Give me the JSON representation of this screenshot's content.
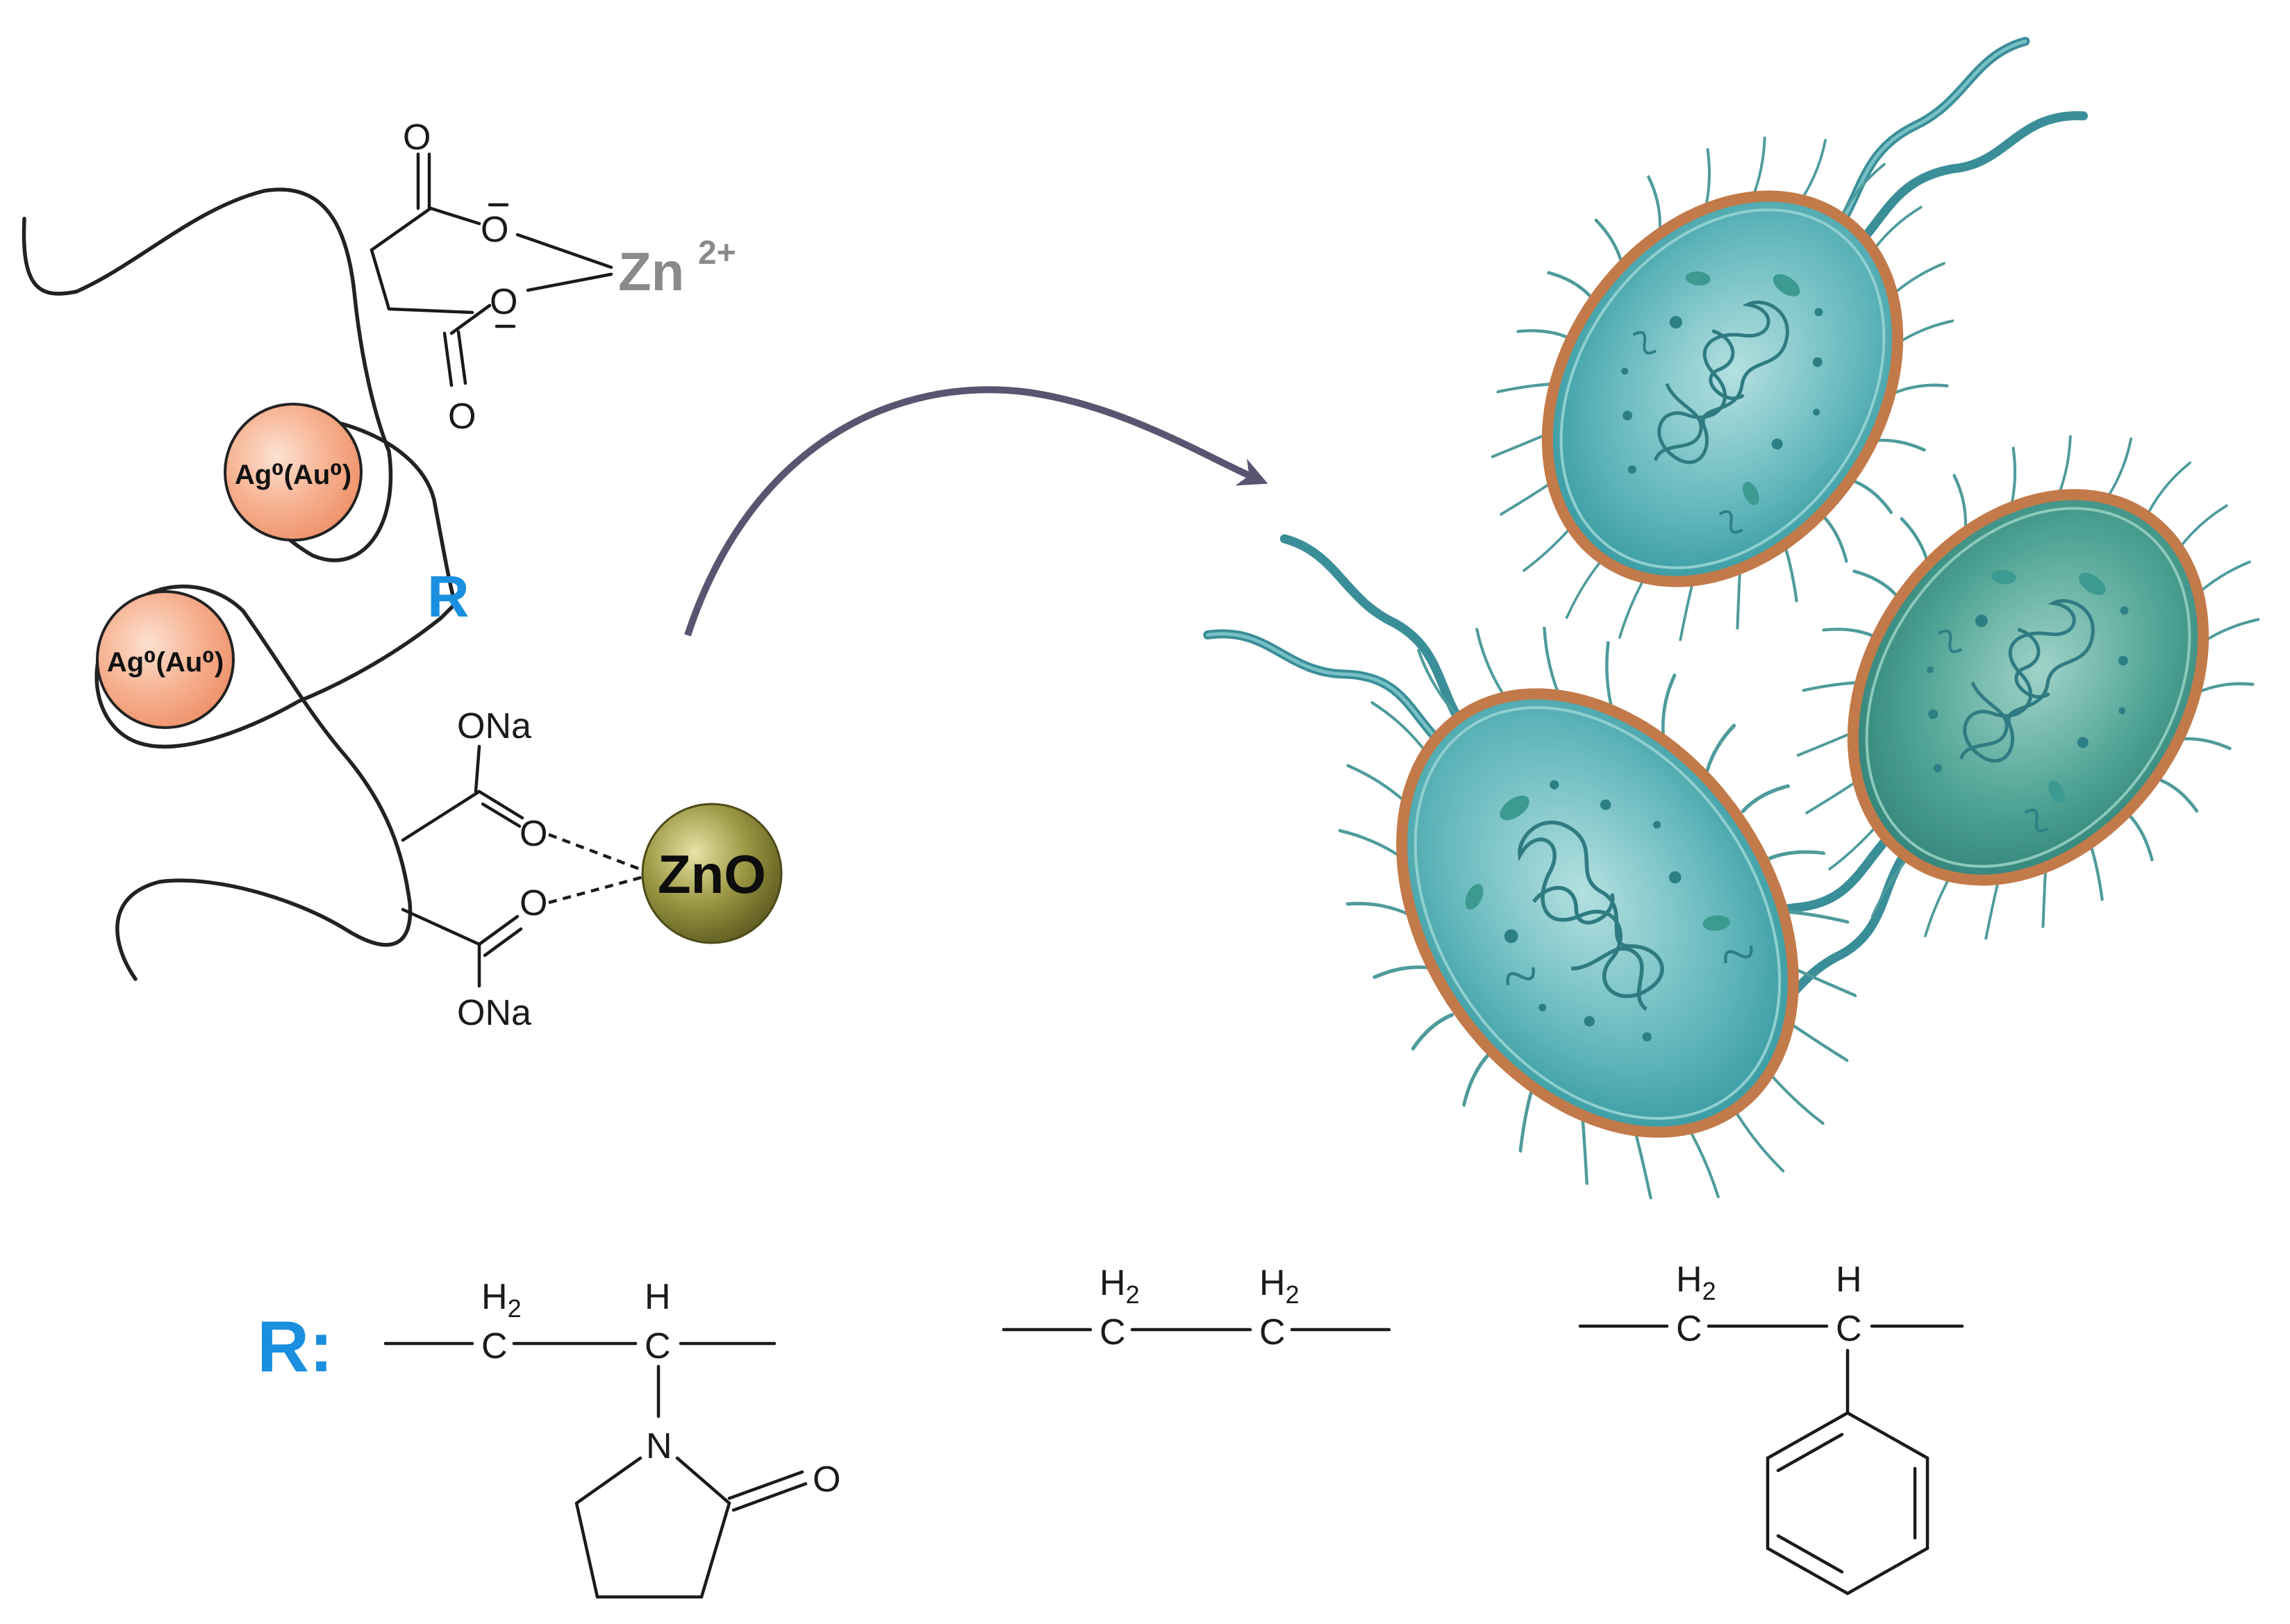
{
  "labels": {
    "zn_ion": "Zn",
    "zn_charge": "2+",
    "np_top": "Ag⁰(Au⁰)",
    "np_bottom": "Ag⁰(Au⁰)",
    "r_group": "R",
    "zno": "ZnO",
    "oxygen": "O",
    "ona": "ONa",
    "r_legend": "R:",
    "h2": "H",
    "h2_sub": "2",
    "h": "H",
    "c": "C",
    "n": "N"
  },
  "colors": {
    "accent_blue": "#1a8fe0",
    "zn_gray": "#8a8a8a",
    "np_peach": "#f4a884",
    "zno_olive": "#7d7a2c",
    "arrow": "#5a5470",
    "cell_teal": "#3aa8b0",
    "membrane": "#c27a4a"
  }
}
